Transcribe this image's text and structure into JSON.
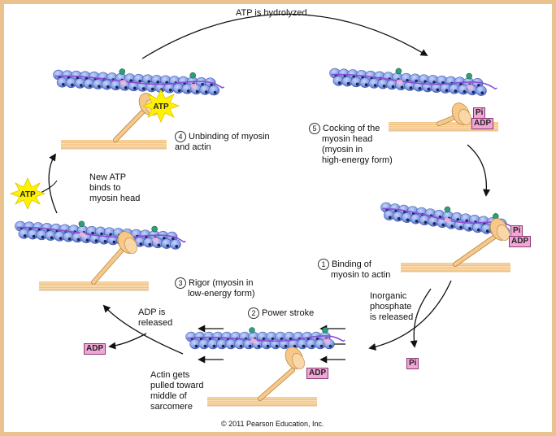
{
  "top_caption": "ATP is hydrolyzed",
  "steps": {
    "s1": {
      "num": "1",
      "line1": "Binding of",
      "line2": "myosin to actin"
    },
    "s2": {
      "num": "2",
      "line1": "Power stroke"
    },
    "s3": {
      "num": "3",
      "line1": "Rigor (myosin in",
      "line2": "low-energy form)"
    },
    "s4": {
      "num": "4",
      "line1": "Unbinding of myosin",
      "line2": "and actin"
    },
    "s5": {
      "num": "5",
      "line1": "Cocking of the",
      "line2": "myosin head",
      "line3": "(myosin in",
      "line4": "high-energy form)"
    }
  },
  "notes": {
    "new_atp": [
      "New ATP",
      "binds to",
      "myosin head"
    ],
    "inorganic": [
      "Inorganic",
      "phosphate",
      "is released"
    ],
    "adp_released": [
      "ADP is",
      "released"
    ],
    "actin_pulled": [
      "Actin gets",
      "pulled toward",
      "middle of",
      "sarcomere"
    ]
  },
  "tags": {
    "pi": "Pi",
    "adp": "ADP",
    "atp": "ATP"
  },
  "copyright": "© 2011 Pearson Education, Inc.",
  "colors": {
    "actin_bead": "#7f9be3",
    "actin_dark": "#3b4fa8",
    "myosin": "#f6c98b",
    "myosin_dark": "#b98745",
    "tag_pink": "#f2a6d6",
    "burst": "#fff200",
    "binding": "#2f9e7e",
    "tropomyosin": "#8a4bd6"
  }
}
